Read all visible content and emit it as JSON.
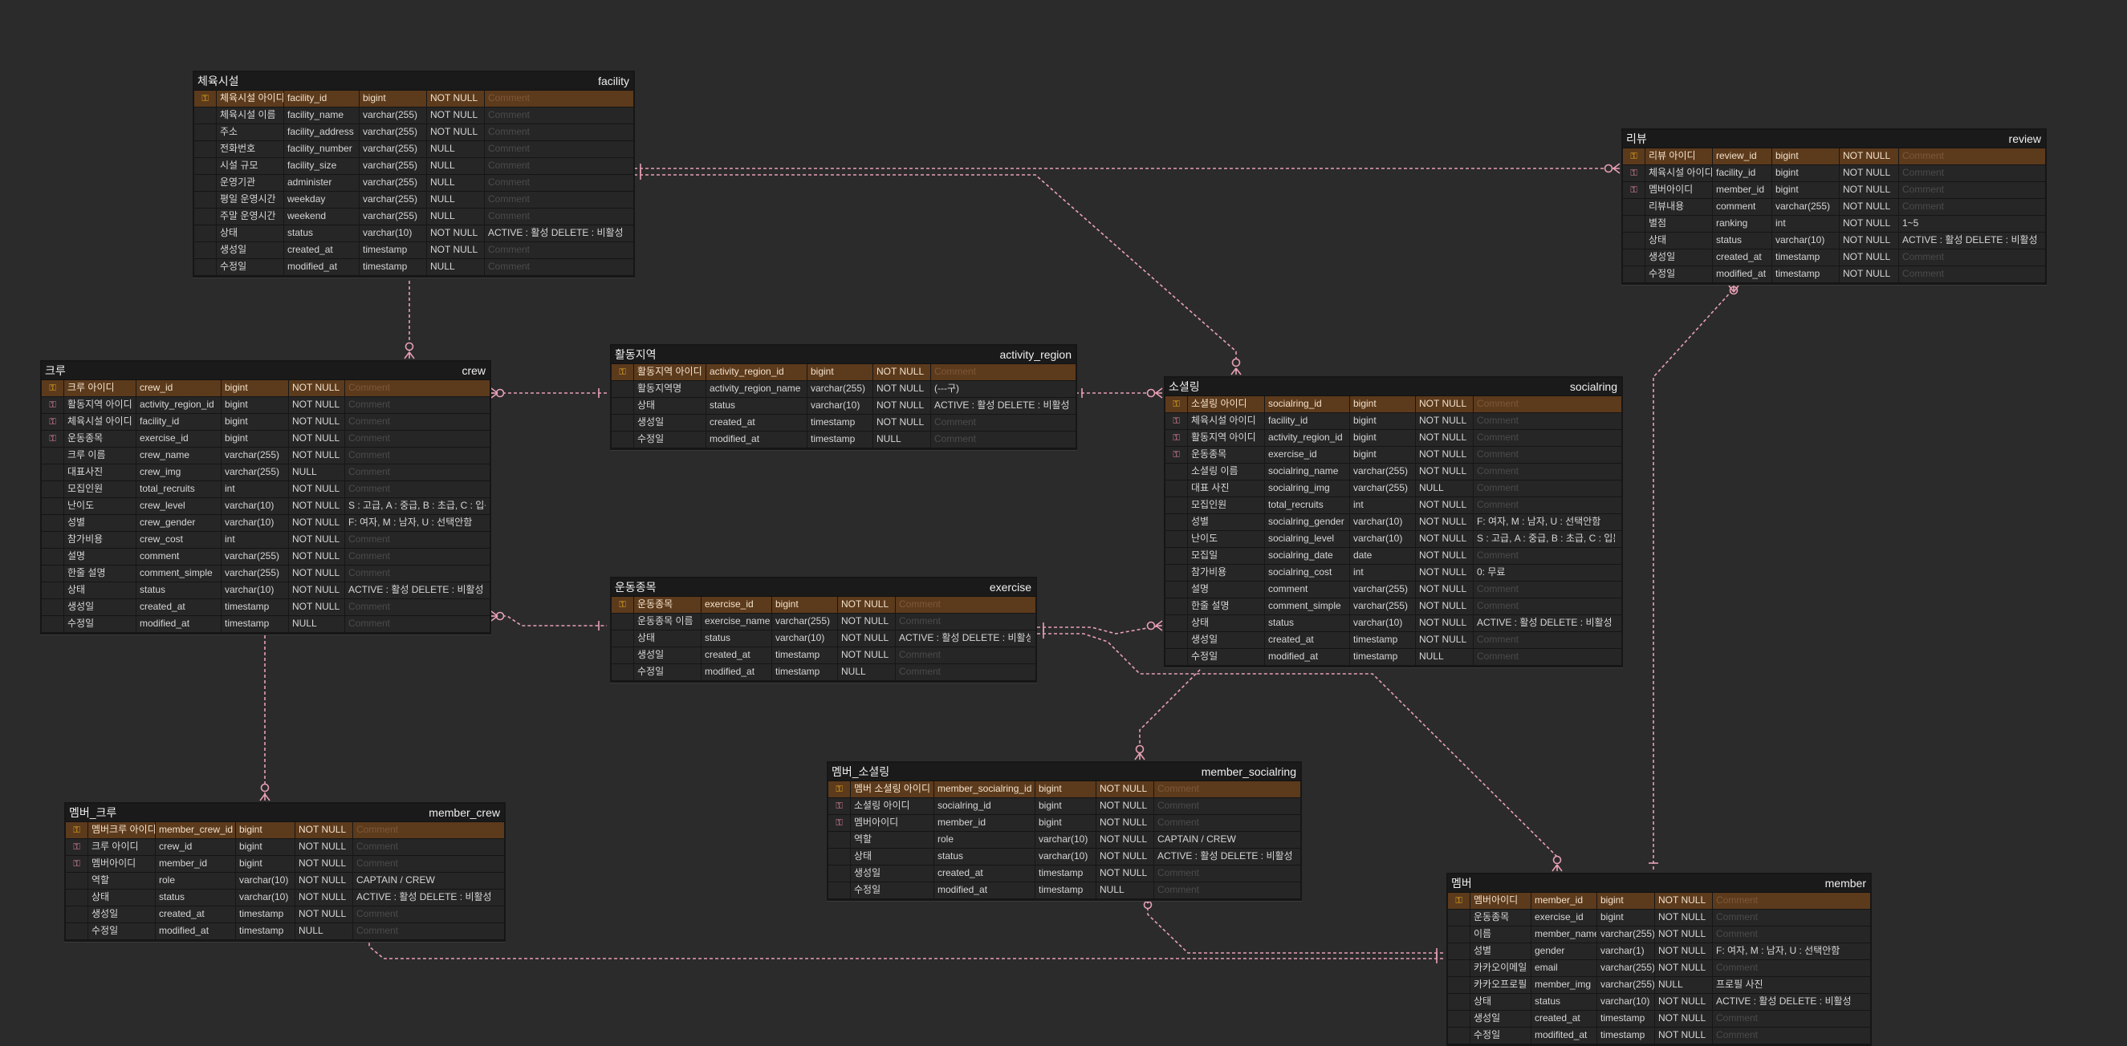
{
  "ui": {
    "comment_placeholder": "Comment",
    "colors": {
      "canvas": "#2b2b2b",
      "table_bg": "#1f1f1f",
      "pk_row": "#5c3a1c",
      "relation_line": "#e8a0b4",
      "pk_icon": "#e8b01c",
      "fk_icon": "#e48aa0"
    },
    "icons": {
      "pk": "key-icon",
      "fk": "foreign-key-icon"
    }
  },
  "tables": [
    {
      "id": "facility",
      "logical": "체육시설",
      "physical": "facility",
      "columns": [
        {
          "key": "pk",
          "logical": "체육시설 아이디",
          "physical": "facility_id",
          "type": "bigint",
          "nullable": "NOT NULL",
          "comment": ""
        },
        {
          "key": "",
          "logical": "체육시설 이름",
          "physical": "facility_name",
          "type": "varchar(255)",
          "nullable": "NOT NULL",
          "comment": ""
        },
        {
          "key": "",
          "logical": "주소",
          "physical": "facility_address",
          "type": "varchar(255)",
          "nullable": "NOT NULL",
          "comment": ""
        },
        {
          "key": "",
          "logical": "전화번호",
          "physical": "facility_number",
          "type": "varchar(255)",
          "nullable": "NULL",
          "comment": ""
        },
        {
          "key": "",
          "logical": "시설 규모",
          "physical": "facility_size",
          "type": "varchar(255)",
          "nullable": "NULL",
          "comment": ""
        },
        {
          "key": "",
          "logical": "운영기관",
          "physical": "administer",
          "type": "varchar(255)",
          "nullable": "NULL",
          "comment": ""
        },
        {
          "key": "",
          "logical": "평일 운영시간",
          "physical": "weekday",
          "type": "varchar(255)",
          "nullable": "NULL",
          "comment": ""
        },
        {
          "key": "",
          "logical": "주말 운영시간",
          "physical": "weekend",
          "type": "varchar(255)",
          "nullable": "NULL",
          "comment": ""
        },
        {
          "key": "",
          "logical": "상태",
          "physical": "status",
          "type": "varchar(10)",
          "nullable": "NOT NULL",
          "comment": "ACTIVE : 활성 DELETE : 비활성"
        },
        {
          "key": "",
          "logical": "생성일",
          "physical": "created_at",
          "type": "timestamp",
          "nullable": "NOT NULL",
          "comment": ""
        },
        {
          "key": "",
          "logical": "수정일",
          "physical": "modified_at",
          "type": "timestamp",
          "nullable": "NULL",
          "comment": ""
        }
      ]
    },
    {
      "id": "review",
      "logical": "리뷰",
      "physical": "review",
      "columns": [
        {
          "key": "pk",
          "logical": "리뷰 아이디",
          "physical": "review_id",
          "type": "bigint",
          "nullable": "NOT NULL",
          "comment": ""
        },
        {
          "key": "fk",
          "logical": "체육시설 아이디",
          "physical": "facility_id",
          "type": "bigint",
          "nullable": "NOT NULL",
          "comment": ""
        },
        {
          "key": "fk",
          "logical": "멤버아이디",
          "physical": "member_id",
          "type": "bigint",
          "nullable": "NOT NULL",
          "comment": ""
        },
        {
          "key": "",
          "logical": "리뷰내용",
          "physical": "comment",
          "type": "varchar(255)",
          "nullable": "NOT NULL",
          "comment": ""
        },
        {
          "key": "",
          "logical": "별점",
          "physical": "ranking",
          "type": "int",
          "nullable": "NOT NULL",
          "comment": "1~5"
        },
        {
          "key": "",
          "logical": "상태",
          "physical": "status",
          "type": "varchar(10)",
          "nullable": "NOT NULL",
          "comment": "ACTIVE : 활성 DELETE : 비활성"
        },
        {
          "key": "",
          "logical": "생성일",
          "physical": "created_at",
          "type": "timestamp",
          "nullable": "NOT NULL",
          "comment": ""
        },
        {
          "key": "",
          "logical": "수정일",
          "physical": "modified_at",
          "type": "timestamp",
          "nullable": "NOT NULL",
          "comment": ""
        }
      ]
    },
    {
      "id": "crew",
      "logical": "크루",
      "physical": "crew",
      "columns": [
        {
          "key": "pk",
          "logical": "크루 아이디",
          "physical": "crew_id",
          "type": "bigint",
          "nullable": "NOT NULL",
          "comment": ""
        },
        {
          "key": "fk",
          "logical": "활동지역 아이디",
          "physical": "activity_region_id",
          "type": "bigint",
          "nullable": "NOT NULL",
          "comment": ""
        },
        {
          "key": "fk",
          "logical": "체육시설 아이디",
          "physical": "facility_id",
          "type": "bigint",
          "nullable": "NOT NULL",
          "comment": ""
        },
        {
          "key": "fk",
          "logical": "운동종목",
          "physical": "exercise_id",
          "type": "bigint",
          "nullable": "NOT NULL",
          "comment": ""
        },
        {
          "key": "",
          "logical": "크루 이름",
          "physical": "crew_name",
          "type": "varchar(255)",
          "nullable": "NOT NULL",
          "comment": ""
        },
        {
          "key": "",
          "logical": "대표사진",
          "physical": "crew_img",
          "type": "varchar(255)",
          "nullable": "NULL",
          "comment": ""
        },
        {
          "key": "",
          "logical": "모집인원",
          "physical": "total_recruits",
          "type": "int",
          "nullable": "NOT NULL",
          "comment": ""
        },
        {
          "key": "",
          "logical": "난이도",
          "physical": "crew_level",
          "type": "varchar(10)",
          "nullable": "NOT NULL",
          "comment": "S : 고급, A : 중급, B : 초급, C : 입문"
        },
        {
          "key": "",
          "logical": "성별",
          "physical": "crew_gender",
          "type": "varchar(10)",
          "nullable": "NOT NULL",
          "comment": "F: 여자, M : 남자, U : 선택안함"
        },
        {
          "key": "",
          "logical": "참가비용",
          "physical": "crew_cost",
          "type": "int",
          "nullable": "NOT NULL",
          "comment": ""
        },
        {
          "key": "",
          "logical": "설명",
          "physical": "comment",
          "type": "varchar(255)",
          "nullable": "NOT NULL",
          "comment": ""
        },
        {
          "key": "",
          "logical": "한줄 설명",
          "physical": "comment_simple",
          "type": "varchar(255)",
          "nullable": "NOT NULL",
          "comment": ""
        },
        {
          "key": "",
          "logical": "상태",
          "physical": "status",
          "type": "varchar(10)",
          "nullable": "NOT NULL",
          "comment": "ACTIVE : 활성 DELETE : 비활성"
        },
        {
          "key": "",
          "logical": "생성일",
          "physical": "created_at",
          "type": "timestamp",
          "nullable": "NOT NULL",
          "comment": ""
        },
        {
          "key": "",
          "logical": "수정일",
          "physical": "modified_at",
          "type": "timestamp",
          "nullable": "NULL",
          "comment": ""
        }
      ]
    },
    {
      "id": "activity_region",
      "logical": "활동지역",
      "physical": "activity_region",
      "columns": [
        {
          "key": "pk",
          "logical": "활동지역 아이디",
          "physical": "activity_region_id",
          "type": "bigint",
          "nullable": "NOT NULL",
          "comment": ""
        },
        {
          "key": "",
          "logical": "활동지역명",
          "physical": "activity_region_name",
          "type": "varchar(255)",
          "nullable": "NOT NULL",
          "comment": "(---구)"
        },
        {
          "key": "",
          "logical": "상태",
          "physical": "status",
          "type": "varchar(10)",
          "nullable": "NOT NULL",
          "comment": "ACTIVE : 활성 DELETE : 비활성"
        },
        {
          "key": "",
          "logical": "생성일",
          "physical": "created_at",
          "type": "timestamp",
          "nullable": "NOT NULL",
          "comment": ""
        },
        {
          "key": "",
          "logical": "수정일",
          "physical": "modified_at",
          "type": "timestamp",
          "nullable": "NULL",
          "comment": ""
        }
      ]
    },
    {
      "id": "socialring",
      "logical": "소셜링",
      "physical": "socialring",
      "columns": [
        {
          "key": "pk",
          "logical": "소셜링 아이디",
          "physical": "socialring_id",
          "type": "bigint",
          "nullable": "NOT NULL",
          "comment": ""
        },
        {
          "key": "fk",
          "logical": "체육시설 아이디",
          "physical": "facility_id",
          "type": "bigint",
          "nullable": "NOT NULL",
          "comment": ""
        },
        {
          "key": "fk",
          "logical": "활동지역 아이디",
          "physical": "activity_region_id",
          "type": "bigint",
          "nullable": "NOT NULL",
          "comment": ""
        },
        {
          "key": "fk",
          "logical": "운동종목",
          "physical": "exercise_id",
          "type": "bigint",
          "nullable": "NOT NULL",
          "comment": ""
        },
        {
          "key": "",
          "logical": "소셜링 이름",
          "physical": "socialring_name",
          "type": "varchar(255)",
          "nullable": "NOT NULL",
          "comment": ""
        },
        {
          "key": "",
          "logical": "대표 사진",
          "physical": "socialring_img",
          "type": "varchar(255)",
          "nullable": "NULL",
          "comment": ""
        },
        {
          "key": "",
          "logical": "모집인원",
          "physical": "total_recruits",
          "type": "int",
          "nullable": "NOT NULL",
          "comment": ""
        },
        {
          "key": "",
          "logical": "성별",
          "physical": "socialring_gender",
          "type": "varchar(10)",
          "nullable": "NOT NULL",
          "comment": "F: 여자, M : 남자, U : 선택안함"
        },
        {
          "key": "",
          "logical": "난이도",
          "physical": "socialring_level",
          "type": "varchar(10)",
          "nullable": "NOT NULL",
          "comment": "S : 고급, A : 중급, B : 초급, C : 입문"
        },
        {
          "key": "",
          "logical": "모집일",
          "physical": "socialring_date",
          "type": "date",
          "nullable": "NOT NULL",
          "comment": ""
        },
        {
          "key": "",
          "logical": "참가비용",
          "physical": "socialring_cost",
          "type": "int",
          "nullable": "NOT NULL",
          "comment": "0: 무료"
        },
        {
          "key": "",
          "logical": "설명",
          "physical": "comment",
          "type": "varchar(255)",
          "nullable": "NOT NULL",
          "comment": ""
        },
        {
          "key": "",
          "logical": "한줄 설명",
          "physical": "comment_simple",
          "type": "varchar(255)",
          "nullable": "NOT NULL",
          "comment": ""
        },
        {
          "key": "",
          "logical": "상태",
          "physical": "status",
          "type": "varchar(10)",
          "nullable": "NOT NULL",
          "comment": "ACTIVE : 활성 DELETE : 비활성"
        },
        {
          "key": "",
          "logical": "생성일",
          "physical": "created_at",
          "type": "timestamp",
          "nullable": "NOT NULL",
          "comment": ""
        },
        {
          "key": "",
          "logical": "수정일",
          "physical": "modified_at",
          "type": "timestamp",
          "nullable": "NULL",
          "comment": ""
        }
      ]
    },
    {
      "id": "exercise",
      "logical": "운동종목",
      "physical": "exercise",
      "columns": [
        {
          "key": "pk",
          "logical": "운동종목",
          "physical": "exercise_id",
          "type": "bigint",
          "nullable": "NOT NULL",
          "comment": ""
        },
        {
          "key": "",
          "logical": "운동종목 이름",
          "physical": "exercise_name",
          "type": "varchar(255)",
          "nullable": "NOT NULL",
          "comment": ""
        },
        {
          "key": "",
          "logical": "상태",
          "physical": "status",
          "type": "varchar(10)",
          "nullable": "NOT NULL",
          "comment": "ACTIVE : 활성 DELETE : 비활성"
        },
        {
          "key": "",
          "logical": "생성일",
          "physical": "created_at",
          "type": "timestamp",
          "nullable": "NOT NULL",
          "comment": ""
        },
        {
          "key": "",
          "logical": "수정일",
          "physical": "modified_at",
          "type": "timestamp",
          "nullable": "NULL",
          "comment": ""
        }
      ]
    },
    {
      "id": "member_crew",
      "logical": "멤버_크루",
      "physical": "member_crew",
      "columns": [
        {
          "key": "pk",
          "logical": "멤버크루 아이디",
          "physical": "member_crew_id",
          "type": "bigint",
          "nullable": "NOT NULL",
          "comment": ""
        },
        {
          "key": "fk",
          "logical": "크루 아이디",
          "physical": "crew_id",
          "type": "bigint",
          "nullable": "NOT NULL",
          "comment": ""
        },
        {
          "key": "fk",
          "logical": "멤버아이디",
          "physical": "member_id",
          "type": "bigint",
          "nullable": "NOT NULL",
          "comment": ""
        },
        {
          "key": "",
          "logical": "역할",
          "physical": "role",
          "type": "varchar(10)",
          "nullable": "NOT NULL",
          "comment": "CAPTAIN / CREW"
        },
        {
          "key": "",
          "logical": "상태",
          "physical": "status",
          "type": "varchar(10)",
          "nullable": "NOT NULL",
          "comment": "ACTIVE : 활성 DELETE : 비활성"
        },
        {
          "key": "",
          "logical": "생성일",
          "physical": "created_at",
          "type": "timestamp",
          "nullable": "NOT NULL",
          "comment": ""
        },
        {
          "key": "",
          "logical": "수정일",
          "physical": "modified_at",
          "type": "timestamp",
          "nullable": "NULL",
          "comment": ""
        }
      ]
    },
    {
      "id": "member_socialring",
      "logical": "멤버_소셜링",
      "physical": "member_socialring",
      "columns": [
        {
          "key": "pk",
          "logical": "멤버 소셜링 아이디",
          "physical": "member_socialring_id",
          "type": "bigint",
          "nullable": "NOT NULL",
          "comment": ""
        },
        {
          "key": "fk",
          "logical": "소셜링 아이디",
          "physical": "socialring_id",
          "type": "bigint",
          "nullable": "NOT NULL",
          "comment": ""
        },
        {
          "key": "fk",
          "logical": "멤버아이디",
          "physical": "member_id",
          "type": "bigint",
          "nullable": "NOT NULL",
          "comment": ""
        },
        {
          "key": "",
          "logical": "역할",
          "physical": "role",
          "type": "varchar(10)",
          "nullable": "NOT NULL",
          "comment": "CAPTAIN / CREW"
        },
        {
          "key": "",
          "logical": "상태",
          "physical": "status",
          "type": "varchar(10)",
          "nullable": "NOT NULL",
          "comment": "ACTIVE : 활성 DELETE : 비활성"
        },
        {
          "key": "",
          "logical": "생성일",
          "physical": "created_at",
          "type": "timestamp",
          "nullable": "NOT NULL",
          "comment": ""
        },
        {
          "key": "",
          "logical": "수정일",
          "physical": "modified_at",
          "type": "timestamp",
          "nullable": "NULL",
          "comment": ""
        }
      ]
    },
    {
      "id": "member",
      "logical": "멤버",
      "physical": "member",
      "columns": [
        {
          "key": "pk",
          "logical": "멤버아이디",
          "physical": "member_id",
          "type": "bigint",
          "nullable": "NOT NULL",
          "comment": ""
        },
        {
          "key": "",
          "logical": "운동종목",
          "physical": "exercise_id",
          "type": "bigint",
          "nullable": "NOT NULL",
          "comment": ""
        },
        {
          "key": "",
          "logical": "이름",
          "physical": "member_name",
          "type": "varchar(255)",
          "nullable": "NOT NULL",
          "comment": ""
        },
        {
          "key": "",
          "logical": "성별",
          "physical": "gender",
          "type": "varchar(1)",
          "nullable": "NOT NULL",
          "comment": "F: 여자, M : 남자, U : 선택안함"
        },
        {
          "key": "",
          "logical": "카카오이메일",
          "physical": "email",
          "type": "varchar(255)",
          "nullable": "NOT NULL",
          "comment": ""
        },
        {
          "key": "",
          "logical": "카카오프로필",
          "physical": "member_img",
          "type": "varchar(255)",
          "nullable": "NULL",
          "comment": "프로필 사진"
        },
        {
          "key": "",
          "logical": "상태",
          "physical": "status",
          "type": "varchar(10)",
          "nullable": "NOT NULL",
          "comment": "ACTIVE : 활성 DELETE : 비활성"
        },
        {
          "key": "",
          "logical": "생성일",
          "physical": "created_at",
          "type": "timestamp",
          "nullable": "NOT NULL",
          "comment": ""
        },
        {
          "key": "",
          "logical": "수정일",
          "physical": "modifited_at",
          "type": "timestamp",
          "nullable": "NOT NULL",
          "comment": ""
        }
      ]
    }
  ]
}
